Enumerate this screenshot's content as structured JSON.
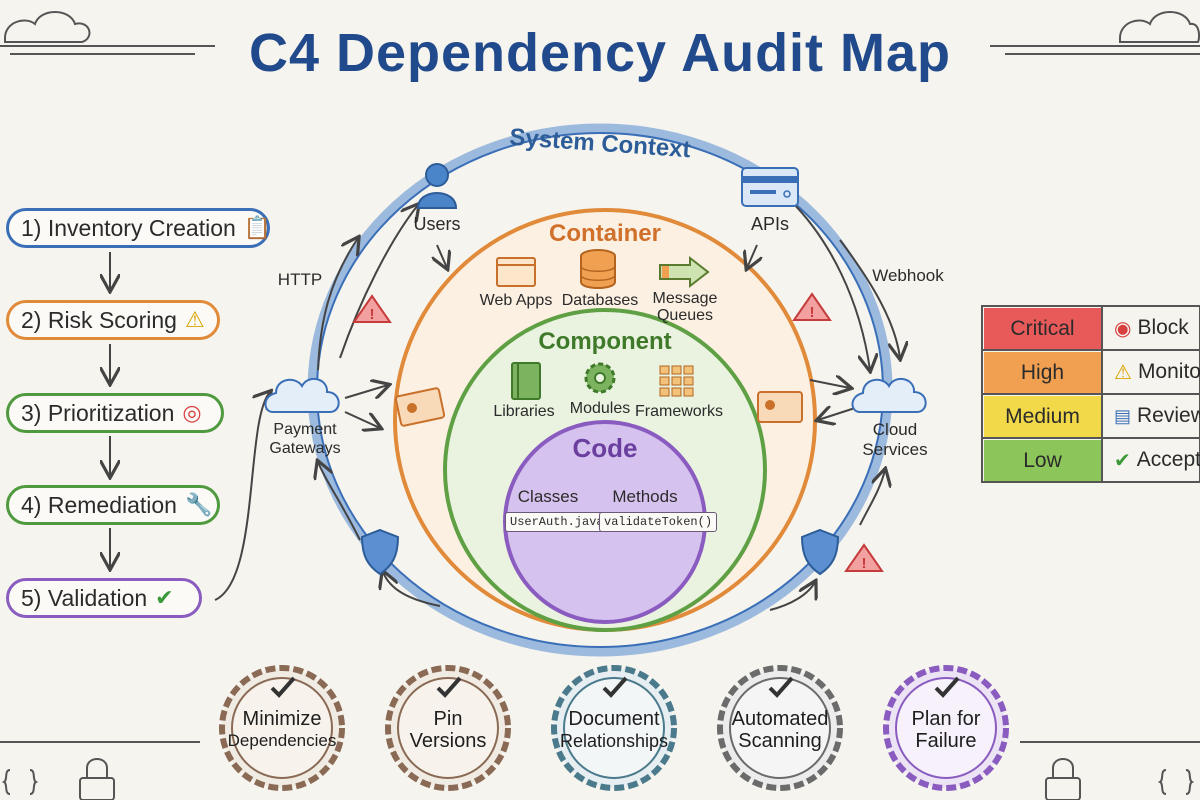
{
  "title": "C4 Dependency Audit Map",
  "steps": [
    {
      "label": "1) Inventory Creation",
      "icon": "clipboard-icon",
      "color": "#3a6fb7"
    },
    {
      "label": "2) Risk Scoring",
      "icon": "warning-icon",
      "color": "#e08a3a"
    },
    {
      "label": "3) Prioritization",
      "icon": "target-icon",
      "color": "#4f9a3f"
    },
    {
      "label": "4) Remediation",
      "icon": "wrench-icon",
      "color": "#4f9a3f"
    },
    {
      "label": "5) Validation",
      "icon": "checkmark-icon",
      "color": "#8a5cc0"
    }
  ],
  "rings": {
    "system_context": "System Context",
    "container": "Container",
    "component": "Component",
    "code": "Code"
  },
  "external": {
    "users": "Users",
    "apis": "APIs",
    "payment_gateways": "Payment Gateways",
    "cloud_services": "Cloud Services",
    "http": "HTTP",
    "webhook": "Webhook"
  },
  "container_items": [
    "Web Apps",
    "Databases",
    "Message Queues"
  ],
  "component_items": [
    "Libraries",
    "Modules",
    "Frameworks"
  ],
  "code": {
    "classes_label": "Classes",
    "methods_label": "Methods",
    "class_example": "UserAuth.java",
    "method_example": "validateToken()"
  },
  "legend": [
    {
      "level": "Critical",
      "action": "Block",
      "color": "#e85a5a",
      "icon": "stop-icon"
    },
    {
      "level": "High",
      "action": "Monitor",
      "color": "#f0a050",
      "icon": "warning-icon"
    },
    {
      "level": "Medium",
      "action": "Review",
      "color": "#f2d94a",
      "icon": "notepad-icon"
    },
    {
      "level": "Low",
      "action": "Accept",
      "color": "#8cc65a",
      "icon": "checkmark-icon"
    }
  ],
  "principles": [
    {
      "line1": "Minimize",
      "line2": "Dependencies",
      "color": "#8a6a55"
    },
    {
      "line1": "Pin",
      "line2": "Versions",
      "color": "#8a6a55"
    },
    {
      "line1": "Document",
      "line2": "Relationships",
      "color": "#4a7a8c"
    },
    {
      "line1": "Automated",
      "line2": "Scanning",
      "color": "#6b6b6b"
    },
    {
      "line1": "Plan for",
      "line2": "Failure",
      "color": "#8a5cc0"
    }
  ]
}
